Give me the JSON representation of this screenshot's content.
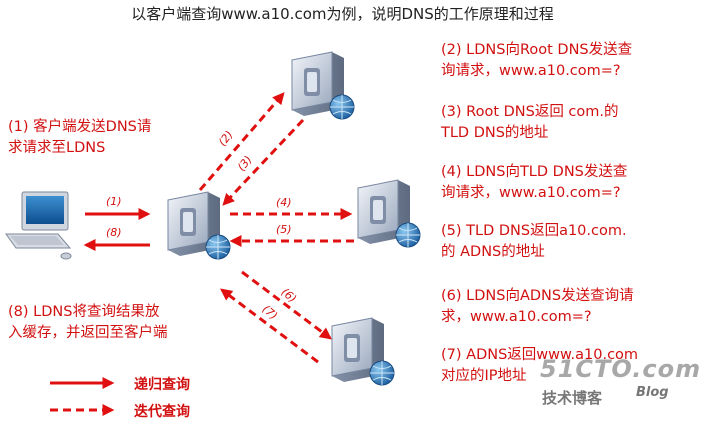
{
  "title": "以客户端查询www.a10.com为例，说明DNS的工作原理和过程",
  "notes": {
    "n1": [
      "(1) 客户端发送DNS请",
      "求请求至LDNS"
    ],
    "n2": [
      "(2) LDNS向Root DNS发送查",
      "询请求，www.a10.com=?"
    ],
    "n3": [
      "(3) Root DNS返回 com.的",
      "TLD DNS的地址"
    ],
    "n4": [
      "(4) LDNS向TLD DNS发送查",
      "询请求，www.a10.com=?"
    ],
    "n5": [
      "(5) TLD DNS返回a10.com.",
      "的 ADNS的地址"
    ],
    "n6": [
      "(6) LDNS向ADNS发送查询请",
      "求，www.a10.com=?"
    ],
    "n7": [
      "(7) ADNS返回www.a10.com",
      "对应的IP地址"
    ],
    "n8": [
      "(8) LDNS将查询结果放",
      "入缓存，并返回至客户端"
    ]
  },
  "arrow_labels": [
    "(1)",
    "(8)",
    "(2)",
    "(3)",
    "(4)",
    "(5)",
    "(6)",
    "(7)"
  ],
  "legend": {
    "recursive": "递归查询",
    "iterative": "迭代查询"
  },
  "watermark": {
    "main": "51CTO.com",
    "cn": "技术博客",
    "blog": "Blog"
  },
  "colors": {
    "arrow": "#e01010",
    "text": "#d21010"
  }
}
